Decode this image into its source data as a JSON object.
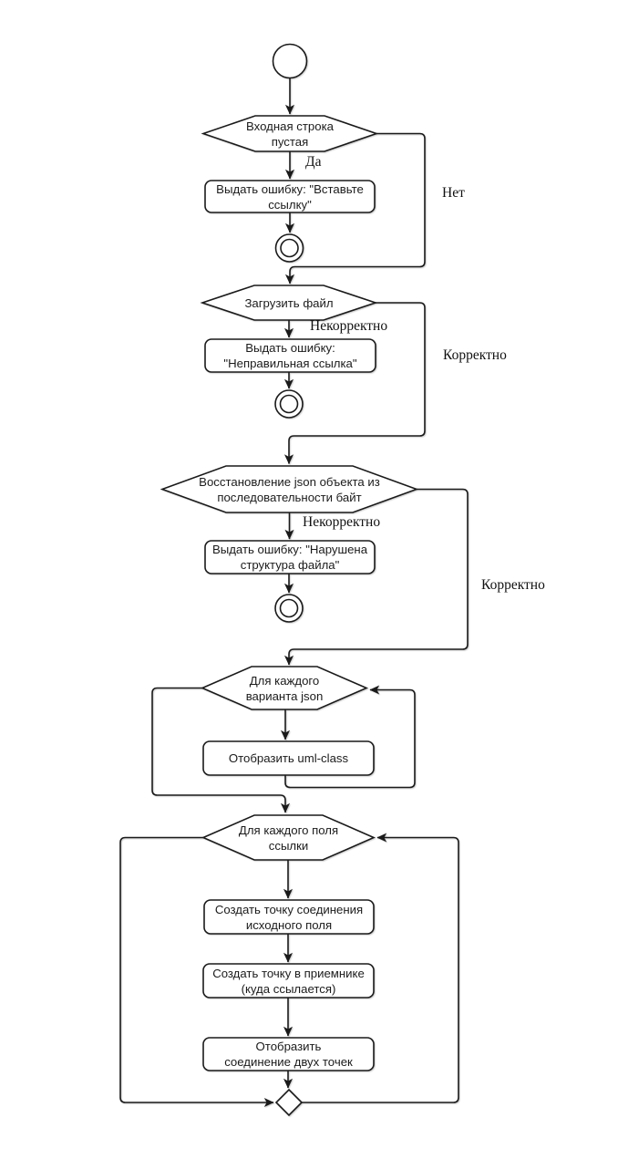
{
  "diagram": {
    "background": "#ffffff",
    "stroke_color": "#1a1a1a",
    "fill_color": "#ffffff",
    "nodes": {
      "start": {
        "type": "initial-node"
      },
      "decision_input_empty": {
        "type": "decision",
        "label": "Входная строка\nпустая"
      },
      "action_error_insert_link": {
        "type": "action",
        "label": "Выдать ошибку: \"Вставьте\nссылку\""
      },
      "final_1": {
        "type": "final-node"
      },
      "decision_load_file": {
        "type": "decision",
        "label": "Загрузить файл"
      },
      "action_error_wrong_link": {
        "type": "action",
        "label": "Выдать ошибку:\n\"Неправильная ссылка\""
      },
      "final_2": {
        "type": "final-node"
      },
      "decision_restore_json": {
        "type": "decision",
        "label": "Восстановление json объекта из\nпоследовательности байт"
      },
      "action_error_broken_structure": {
        "type": "action",
        "label": "Выдать ошибку: \"Нарушена\nструктура файла\""
      },
      "final_3": {
        "type": "final-node"
      },
      "loop_each_json_variant": {
        "type": "decision",
        "label": "Для каждого\nварианта json"
      },
      "action_show_uml_class": {
        "type": "action",
        "label": "Отобразить uml-class"
      },
      "loop_each_link_field": {
        "type": "decision",
        "label": "Для каждого поля\nссылки"
      },
      "action_create_source_point": {
        "type": "action",
        "label": "Создать точку соединения\nисходного поля"
      },
      "action_create_target_point": {
        "type": "action",
        "label": "Создать точку в приемнике\n(куда ссылается)"
      },
      "action_show_connection": {
        "type": "action",
        "label": "Отобразить\nсоединение двух точек"
      },
      "merge": {
        "type": "merge-diamond"
      }
    },
    "edge_labels": {
      "yes": "Да",
      "no": "Нет",
      "incorrect_1": "Некорректно",
      "correct_1": "Корректно",
      "incorrect_2": "Некорректно",
      "correct_2": "Корректно"
    }
  }
}
